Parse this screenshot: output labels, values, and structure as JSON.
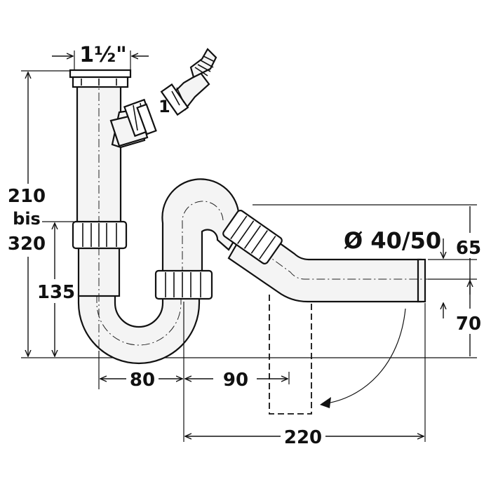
{
  "labels": {
    "top_thread": "1½\"",
    "branch_thread": "1\"",
    "height_line1": "210",
    "height_line2": "bis",
    "height_line3": "320",
    "lower_height": "135",
    "diameter": "Ø 40/50",
    "dim_65": "65",
    "dim_70": "70",
    "dim_80": "80",
    "dim_90": "90",
    "dim_220": "220"
  }
}
